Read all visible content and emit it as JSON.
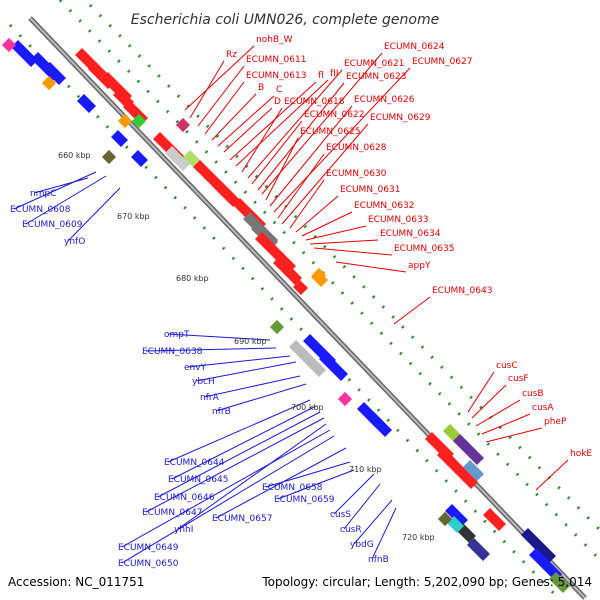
{
  "title": "Escherichia coli UMN026, complete genome",
  "footer": {
    "accession": "Accession: NC_011751",
    "summary": "Topology: circular; Length: 5,202,090 bp; Genes: 5,014"
  },
  "colors": {
    "background": "#ffffff",
    "backbone": "#888888",
    "forward_label": "#e60000",
    "reverse_label": "#1a1ad6",
    "forward_feature": "#ff2020",
    "reverse_feature": "#1a1aff",
    "tick": "#2e8b2e"
  },
  "scale_ticks": [
    "660 kbp",
    "670 kbp",
    "680 kbp",
    "690 kbp",
    "700 kbp",
    "710 kbp",
    "720 kbp"
  ],
  "forward_labels": [
    "nohB_W",
    "Rz",
    "ECUMN_0611",
    "ECUMN_0613",
    "B",
    "C",
    "D",
    "fl",
    "fII",
    "ECUMN_0618",
    "ECUMN_0621",
    "ECUMN_0622",
    "ECUMN_0623",
    "ECUMN_0624",
    "ECUMN_0625",
    "ECUMN_0626",
    "ECUMN_0627",
    "ECUMN_0628",
    "ECUMN_0629",
    "ECUMN_0630",
    "ECUMN_0631",
    "ECUMN_0632",
    "ECUMN_0633",
    "ECUMN_0634",
    "ECUMN_0635",
    "appY",
    "ECUMN_0643",
    "cusC",
    "cusF",
    "cusB",
    "cusA",
    "pheP",
    "hokE"
  ],
  "reverse_labels": [
    "nmpC",
    "ECUMN_0608",
    "ECUMN_0609",
    "ynfO",
    "ompT",
    "ECUMN_0638",
    "envY",
    "ybcH",
    "nfrA",
    "nfrB",
    "ECUMN_0644",
    "ECUMN_0645",
    "ECUMN_0646",
    "ECUMN_0647",
    "yhhI",
    "ECUMN_0649",
    "ECUMN_0650",
    "ECUMN_0657",
    "ECUMN_0658",
    "ECUMN_0659",
    "cusS",
    "cusR",
    "ybdG",
    "nfnB"
  ]
}
